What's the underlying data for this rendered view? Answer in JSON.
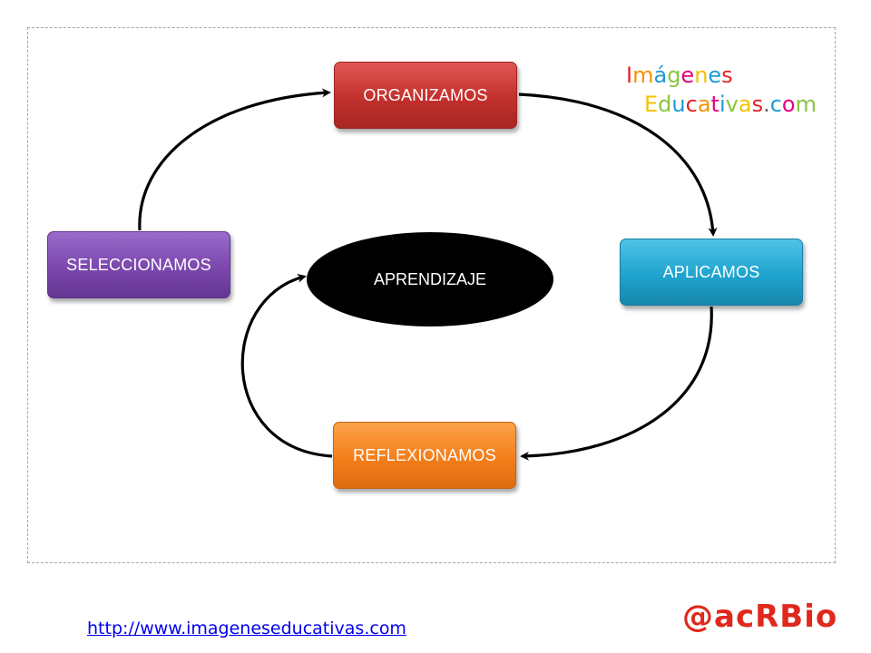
{
  "nodes": {
    "organizamos": "ORGANIZAMOS",
    "aplicamos": "APLICAMOS",
    "reflexionamos": "REFLEXIONAMOS",
    "seleccionamos": "SELECCIONAMOS",
    "center": "APRENDIZAJE"
  },
  "logo": {
    "line1": "Imágenes",
    "line2": "Educativas.com",
    "line1_colors": [
      "#e5232b",
      "#f39200",
      "#1e9ad6",
      "#8bc53f",
      "#e6007e",
      "#f4c300",
      "#1e9ad6",
      "#e5232b"
    ],
    "line2_colors": [
      "#f4c300",
      "#8bc53f",
      "#1e9ad6",
      "#e5232b",
      "#f39200",
      "#e6007e",
      "#1e9ad6",
      "#8bc53f",
      "#f4c300",
      "#e5232b",
      "#666666",
      "#1e9ad6",
      "#e6007e",
      "#8bc53f"
    ]
  },
  "footer": {
    "url": "http://www.imageneseducativas.com",
    "signature": "@acRBio"
  },
  "colors": {
    "organizamos": "#c2302d",
    "aplicamos": "#1ea4cf",
    "reflexionamos": "#f47e1a",
    "seleccionamos": "#7b47ad",
    "center": "#000000",
    "signature": "#e0281c",
    "url": "#0000ee"
  }
}
